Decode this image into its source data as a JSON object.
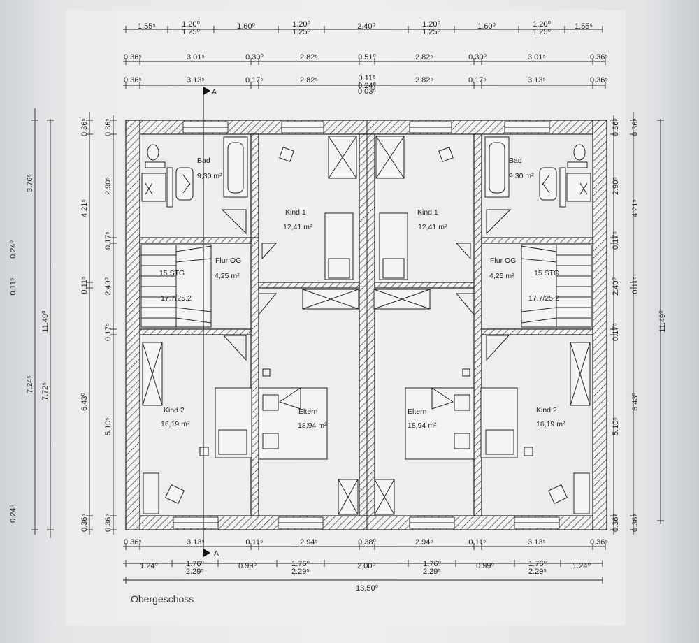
{
  "top_rows": [
    [
      "1.55⁵",
      "1.20⁰ 1.25⁰",
      "1.60⁰",
      "1.20⁰ 1.25⁰",
      "2.40⁰",
      "1.20⁰ 1.25⁰",
      "1.60⁰",
      "1.20⁰ 1.25⁰",
      "1.55⁵"
    ],
    [
      "0.36⁵",
      "3.01⁵",
      "0.30⁰",
      "2.82⁵",
      "0.51⁰",
      "2.82⁵",
      "0.30⁰",
      "3.01⁵",
      "0.36⁵"
    ],
    [
      "0.36⁵",
      "3.13⁵",
      "0.17⁵",
      "2.82⁵",
      "0.11⁵ 0.24⁰",
      "2.82⁵",
      "0.17⁵",
      "3.13⁵",
      "0.36⁵"
    ]
  ],
  "top_extra": "0.03⁵",
  "bottom_rows": [
    [
      "0.36⁵",
      "3.13⁵",
      "0.11⁵",
      "2.94⁵",
      "0.38⁰",
      "2.94⁵",
      "0.11⁵",
      "3.13⁵",
      "0.36⁵"
    ],
    [
      "1.24⁰",
      "1.76⁰ 2.29⁵",
      "0.99⁰",
      "1.76⁰ 2.29⁵",
      "2.00⁰",
      "1.76⁰ 2.29⁵",
      "0.99⁰",
      "1.76⁰ 2.29⁵",
      "1.24⁰"
    ],
    [
      "13.50⁰"
    ]
  ],
  "left_cols": [
    [
      "0.24⁰",
      "0.11⁵",
      "0.24⁰"
    ],
    [
      "3.76⁵",
      "7.24⁵"
    ],
    [
      "11.49⁰",
      "7.72⁵"
    ],
    [
      "0.36⁵",
      "4.21⁵",
      "0.11⁵",
      "6.43⁰",
      "0.36⁵"
    ],
    [
      "0.36⁵",
      "2.90⁵",
      "0.17⁵",
      "2.40⁰",
      "0.17⁵",
      "5.10⁵",
      "0.36⁵"
    ]
  ],
  "right_cols": [
    [
      "0.36⁵",
      "2.90⁵",
      "0.17⁵",
      "2.40⁰",
      "0.17⁵",
      "5.10⁵",
      "0.36⁵"
    ],
    [
      "0.36⁵",
      "4.21⁵",
      "0.11⁵",
      "6.43⁰",
      "0.36⁵"
    ],
    [
      "11.49⁰"
    ]
  ],
  "rooms": {
    "bad_l": {
      "name": "Bad",
      "area": "9,30 m²"
    },
    "bad_r": {
      "name": "Bad",
      "area": "9,30 m²"
    },
    "kind1_l": {
      "name": "Kind 1",
      "area": "12,41 m²"
    },
    "kind1_r": {
      "name": "Kind 1",
      "area": "12,41 m²"
    },
    "flur_l": {
      "name": "Flur OG",
      "area": "4,25 m²"
    },
    "flur_r": {
      "name": "Flur OG",
      "area": "4,25 m²"
    },
    "kind2_l": {
      "name": "Kind 2",
      "area": "16,19 m²"
    },
    "kind2_r": {
      "name": "Kind 2",
      "area": "16,19 m²"
    },
    "eltern_l": {
      "name": "Eltern",
      "area": "18,94 m²"
    },
    "eltern_r": {
      "name": "Eltern",
      "area": "18,94 m²"
    }
  },
  "stairs_l": {
    "steps": "15 STG",
    "ratio": "17.7/25.2"
  },
  "stairs_r": {
    "steps": "15 STG",
    "ratio": "17.7/25.2"
  },
  "section_marker": "A",
  "caption": "Obergeschoss"
}
